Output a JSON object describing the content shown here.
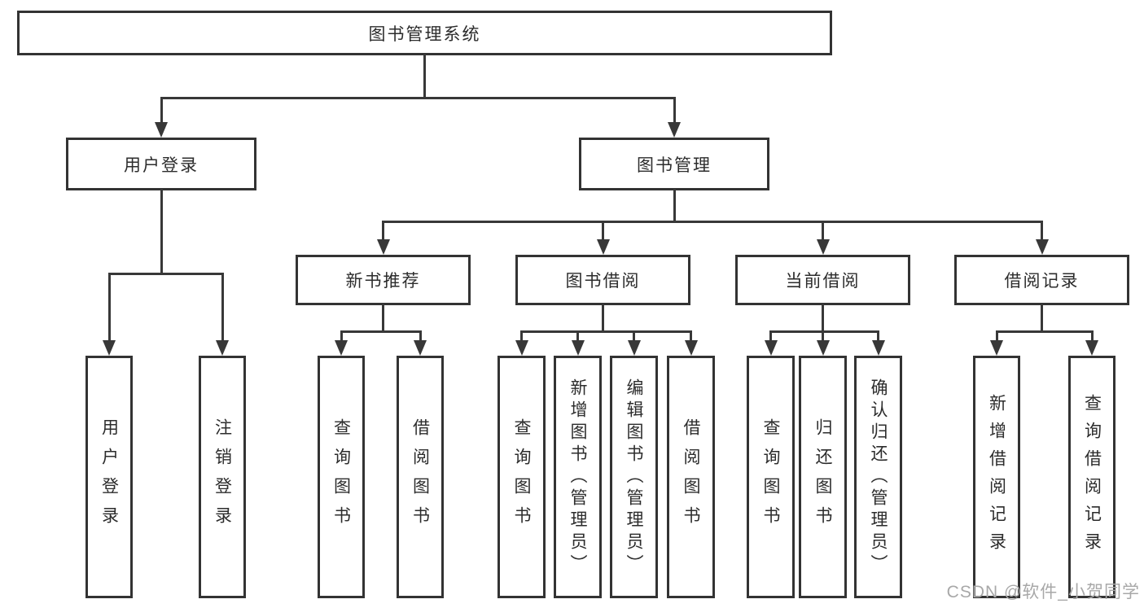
{
  "diagram": {
    "type": "hierarchy-tree",
    "colors": {
      "background": "#ffffff",
      "box_border": "#333333",
      "connector_line": "#383838",
      "text": "#2c2c2c",
      "watermark": "#a8a8a8"
    },
    "tree": {
      "root": {
        "label": "图书管理系统"
      },
      "branches": [
        {
          "label": "用户登录",
          "children": [
            {
              "label": "用户登录"
            },
            {
              "label": "注销登录"
            }
          ]
        },
        {
          "label": "图书管理",
          "children": [
            {
              "label": "新书推荐",
              "children": [
                {
                  "label": "查询图书"
                },
                {
                  "label": "借阅图书"
                }
              ]
            },
            {
              "label": "图书借阅",
              "children": [
                {
                  "label": "查询图书"
                },
                {
                  "label": "新增图书（管理员）"
                },
                {
                  "label": "编辑图书（管理员）"
                },
                {
                  "label": "借阅图书"
                }
              ]
            },
            {
              "label": "当前借阅",
              "children": [
                {
                  "label": "查询图书"
                },
                {
                  "label": "归还图书"
                },
                {
                  "label": "确认归还（管理员）"
                }
              ]
            },
            {
              "label": "借阅记录",
              "children": [
                {
                  "label": "新增借阅记录"
                },
                {
                  "label": "查询借阅记录"
                }
              ]
            }
          ]
        }
      ]
    },
    "watermark": {
      "text": "CSDN @软件_小贺同学"
    }
  }
}
